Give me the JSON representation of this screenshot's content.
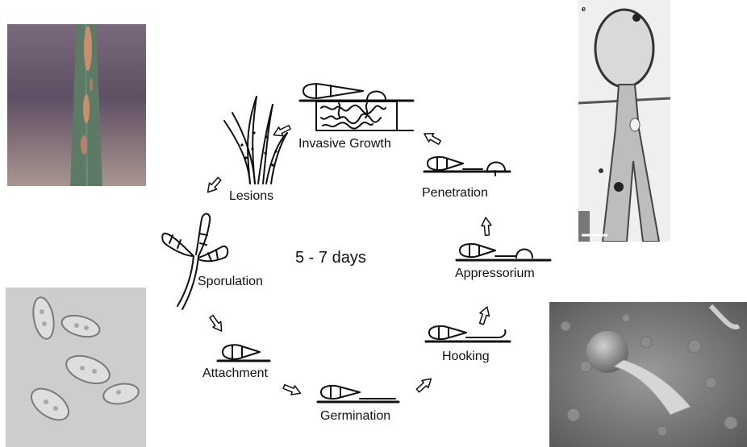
{
  "diagram": {
    "center_text": "5 - 7 days",
    "stages": {
      "invasive_growth": "Invasive Growth",
      "lesions": "Lesions",
      "penetration": "Penetration",
      "sporulation": "Sporulation",
      "appressorium": "Appressorium",
      "hooking": "Hooking",
      "attachment": "Attachment",
      "germination": "Germination"
    },
    "panel_letter": "e"
  },
  "colors": {
    "line": "#111111",
    "leaf_bg": "#6b5a6e",
    "leaf_green": "#5f7a66",
    "lesion": "#c9906f",
    "micro_bg": "#cfcfcf",
    "tem_bg": "#eeeeee",
    "sem_bg": "#8a8a8a"
  }
}
